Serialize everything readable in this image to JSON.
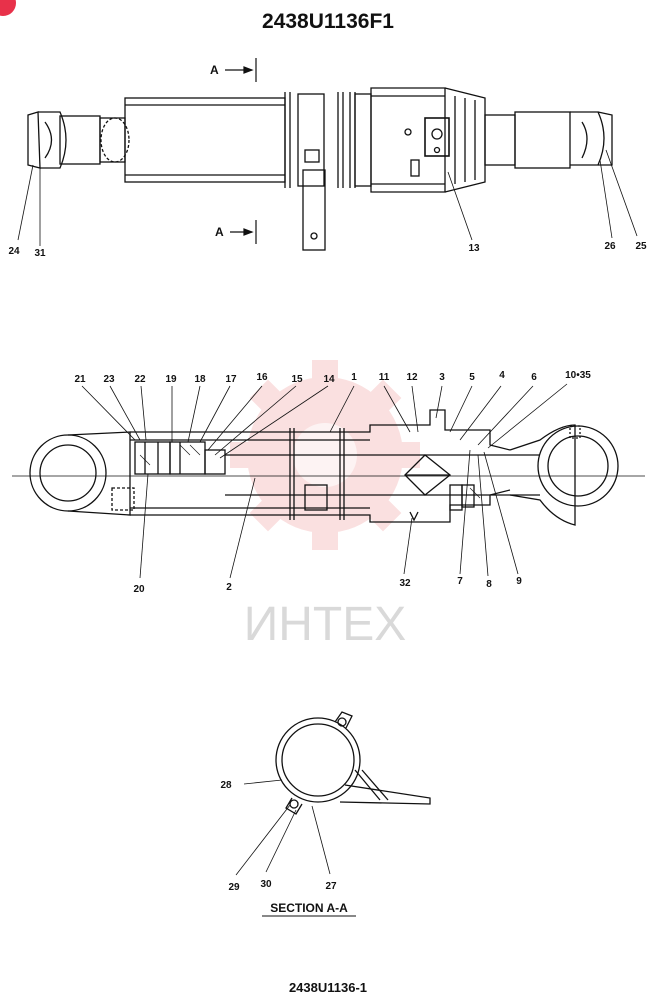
{
  "drawing": {
    "title": "2438U1136F1",
    "subtitle": "2438U1136-1",
    "section_title": "SECTION A-A",
    "section_marker": "A",
    "watermark_text": "ИНТЕХ",
    "accent_color": "#e8314a",
    "watermark_color": "#f2a8a8"
  },
  "top_view_labels": [
    "24",
    "31",
    "13",
    "26",
    "25"
  ],
  "section_view_labels": [
    "21",
    "23",
    "22",
    "19",
    "18",
    "17",
    "16",
    "15",
    "14",
    "1",
    "11",
    "12",
    "3",
    "5",
    "4",
    "6",
    "10•35",
    "20",
    "2",
    "32",
    "7",
    "8",
    "9"
  ],
  "section_aa_labels": [
    "28",
    "29",
    "30",
    "27"
  ]
}
